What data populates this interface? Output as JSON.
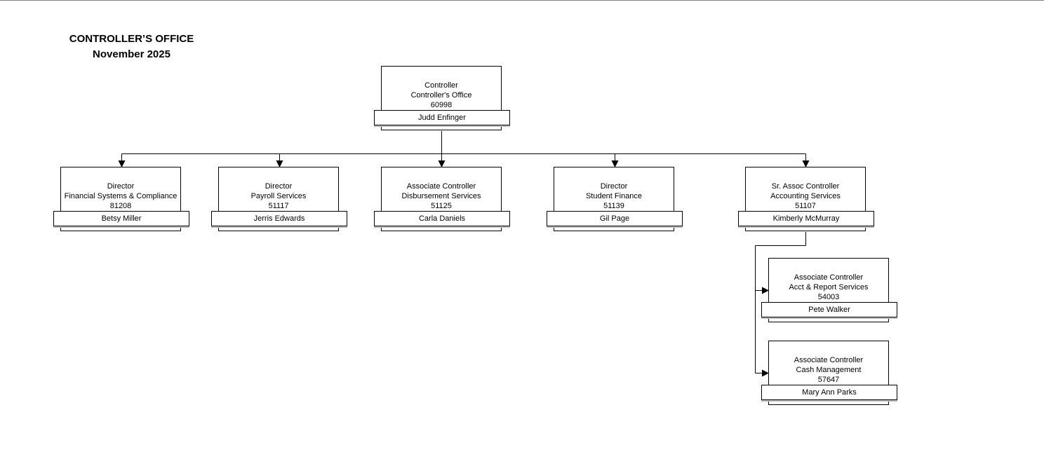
{
  "header": {
    "title": "CONTROLLER’S OFFICE",
    "date": "November 2025"
  },
  "chart": {
    "root": {
      "title": "Controller",
      "unit": "Controller's Office",
      "code": "60998",
      "name": "Judd Enfinger"
    },
    "directs": [
      {
        "title": "Director",
        "unit": "Financial Systems & Compliance",
        "code": "81208",
        "name": "Betsy Miller"
      },
      {
        "title": "Director",
        "unit": "Payroll Services",
        "code": "51117",
        "name": "Jerris Edwards"
      },
      {
        "title": "Associate Controller",
        "unit": "Disbursement Services",
        "code": "51125",
        "name": "Carla Daniels"
      },
      {
        "title": "Director",
        "unit": "Student Finance",
        "code": "51139",
        "name": "Gil Page"
      },
      {
        "title": "Sr. Assoc Controller",
        "unit": "Accounting Services",
        "code": "51107",
        "name": "Kimberly McMurray"
      }
    ],
    "subs": [
      {
        "title": "Associate Controller",
        "unit": "Acct & Report Services",
        "code": "54003",
        "name": "Pete Walker"
      },
      {
        "title": "Associate Controller",
        "unit": "Cash Management",
        "code": "57647",
        "name": "Mary Ann Parks"
      }
    ]
  }
}
